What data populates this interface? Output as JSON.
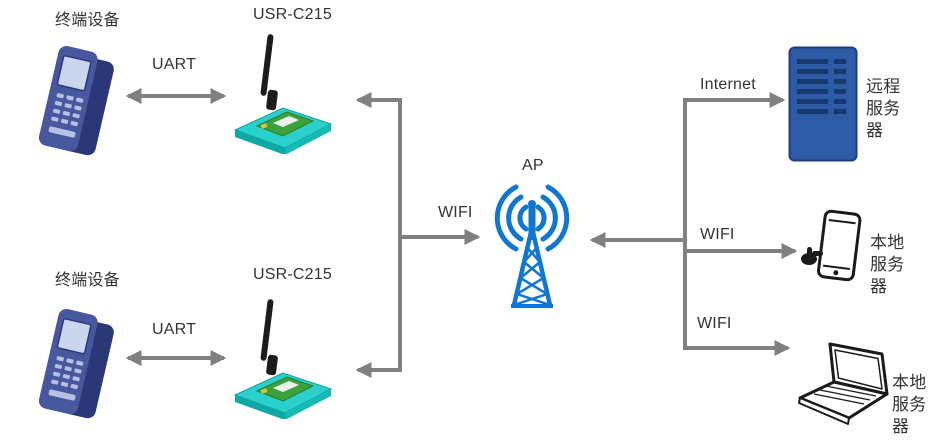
{
  "diagram": {
    "labels": {
      "terminal_top": "终端设备",
      "module_top": "USR-C215",
      "uart_top": "UART",
      "terminal_bottom": "终端设备",
      "module_bottom": "USR-C215",
      "uart_bottom": "UART",
      "wifi_left": "WIFI",
      "ap": "AP",
      "internet": "Internet",
      "remote_server": "远程服务器",
      "wifi_phone": "WIFI",
      "local_server_phone": "本地服务器",
      "wifi_laptop": "WIFI",
      "local_server_laptop": "本地服务器"
    },
    "icons": {
      "terminal_top": "handheld-terminal-icon",
      "module_top": "wifi-module-icon",
      "terminal_bottom": "handheld-terminal-icon",
      "module_bottom": "wifi-module-icon",
      "ap": "antenna-tower-icon",
      "remote_server": "server-rack-icon",
      "local_server_phone": "smartphone-icon",
      "local_server_laptop": "laptop-icon"
    },
    "colors": {
      "connector_gray": "#808080",
      "label_text": "#333333",
      "device_blue": "#47589f",
      "device_blue_dark": "#2b3877",
      "module_teal": "#2ad0cc",
      "pcb_green": "#3ba23b",
      "ap_blue": "#1076d2",
      "server_blue": "#2d5ba6",
      "server_slot_navy": "#173870",
      "outline_black": "#1a1a1a"
    }
  }
}
